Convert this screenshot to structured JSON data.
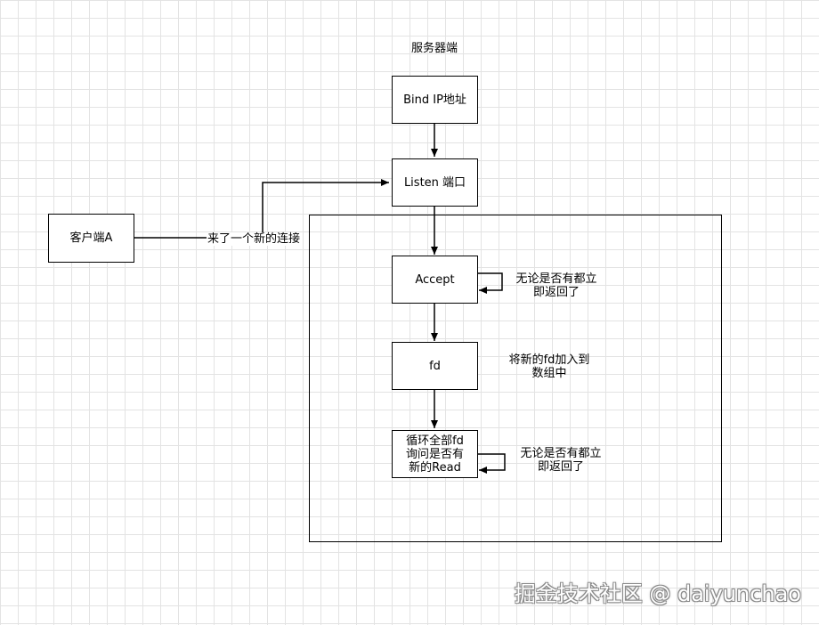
{
  "diagram": {
    "server_title": "服务器端",
    "nodes": {
      "bind": "Bind IP地址",
      "listen": "Listen 端口",
      "client": "客户端A",
      "accept": "Accept",
      "fd": "fd",
      "loop": "循环全部fd\n询问是否有\n新的Read"
    },
    "annotations": {
      "accept_note": "无论是否有都立\n即返回了",
      "fd_note": "将新的fd加入到\n数组中",
      "loop_note": "无论是否有都立\n即返回了"
    },
    "edge_labels": {
      "client_to_listen": "来了一个新的连接"
    },
    "colors": {
      "stroke": "#000000",
      "grid": "#e3e3e3",
      "background": "#ffffff"
    }
  },
  "watermark": "掘金技术社区 @ daiyunchao"
}
